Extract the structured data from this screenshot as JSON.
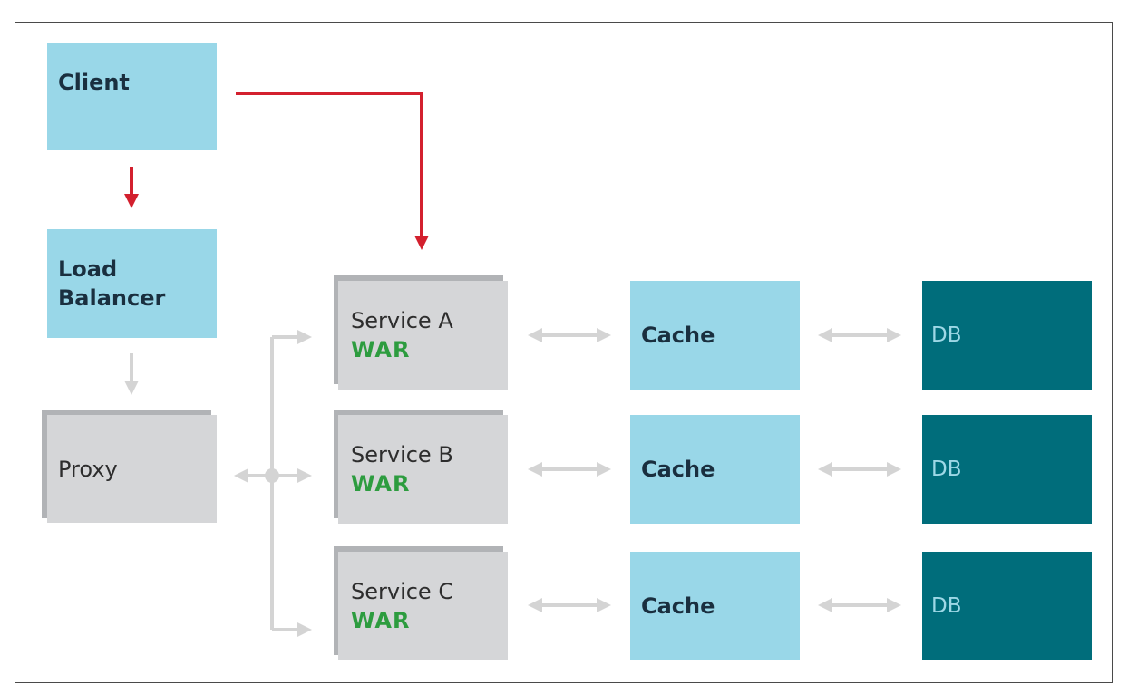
{
  "nodes": {
    "client": "Client",
    "load_balancer": [
      "Load",
      "Balancer"
    ],
    "proxy": "Proxy",
    "services": [
      {
        "name": "Service A",
        "tag": "WAR"
      },
      {
        "name": "Service B",
        "tag": "WAR"
      },
      {
        "name": "Service C",
        "tag": "WAR"
      }
    ],
    "caches": [
      "Cache",
      "Cache",
      "Cache"
    ],
    "dbs": [
      "DB",
      "DB",
      "DB"
    ]
  },
  "colors": {
    "light_box": "#99d7e8",
    "dark_box": "#006d7b",
    "gray_box": "#d5d6d8",
    "gray_arrow": "#d4d4d4",
    "red_arrow": "#d3202e",
    "war_text": "#2d9c3f"
  }
}
